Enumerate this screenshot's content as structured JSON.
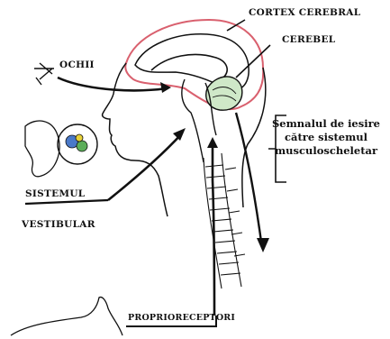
{
  "labels": {
    "cortex": "CORTEX CEREBRAL",
    "cerebel": "CEREBEL",
    "ochii": "OCHII",
    "output_line1": "Semnalul de iesire",
    "output_line2": "către sistemul",
    "output_line3": "musculoscheletar",
    "sistemul": "SISTEMUL",
    "vestibular": "VESTIBULAR",
    "proprioreceptori": "PROPRIORECEPTORI"
  },
  "colors": {
    "ink": "#111111",
    "cortex_outline": "#d9606e",
    "cerebellum_fill": "#cfe8c8",
    "ear_blue": "#4a79c8",
    "ear_yellow": "#e8d23a",
    "ear_green": "#5cae5a"
  }
}
